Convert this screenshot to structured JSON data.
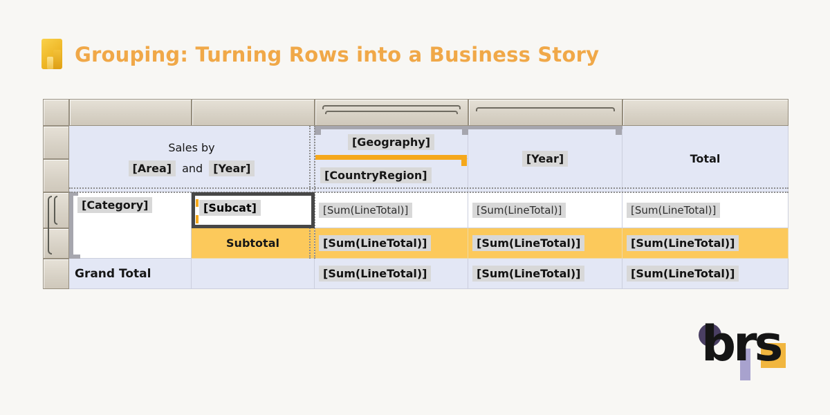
{
  "title": {
    "text": "Grouping: Turning Rows into a Business Story",
    "color": "#F0A848",
    "icon": "bar-chart-icon"
  },
  "table": {
    "header": {
      "sales_by": "Sales by",
      "area": "[Area]",
      "and": "and",
      "year_inline": "[Year]",
      "geography": "[Geography]",
      "country_region": "[CountryRegion]",
      "year": "[Year]",
      "total": "Total"
    },
    "body": {
      "category": "[Category]",
      "subcat": "[Subcat]",
      "detail_sums": [
        "[Sum(LineTotal)]",
        "[Sum(LineTotal)]",
        "[Sum(LineTotal)]"
      ],
      "subtotal_label": "Subtotal",
      "subtotal_sums": [
        "[Sum(LineTotal)]",
        "[Sum(LineTotal)]",
        "[Sum(LineTotal)]"
      ],
      "grand_total_label": "Grand Total",
      "grand_total_sums": [
        "[Sum(LineTotal)]",
        "[Sum(LineTotal)]",
        "[Sum(LineTotal)]"
      ]
    },
    "colors": {
      "header_bg": "#E3E7F5",
      "subtotal_bg": "#FCC95B",
      "accent_orange": "#F5A81C",
      "field_highlight": "#D8D8D8",
      "handle_bg": "#DAD4C9",
      "selection_border": "#474747"
    }
  },
  "logo": {
    "text": "brs",
    "circle_color": "#4A3F63",
    "rect_color": "#A8A2CE",
    "square_color": "#F1B63F"
  }
}
